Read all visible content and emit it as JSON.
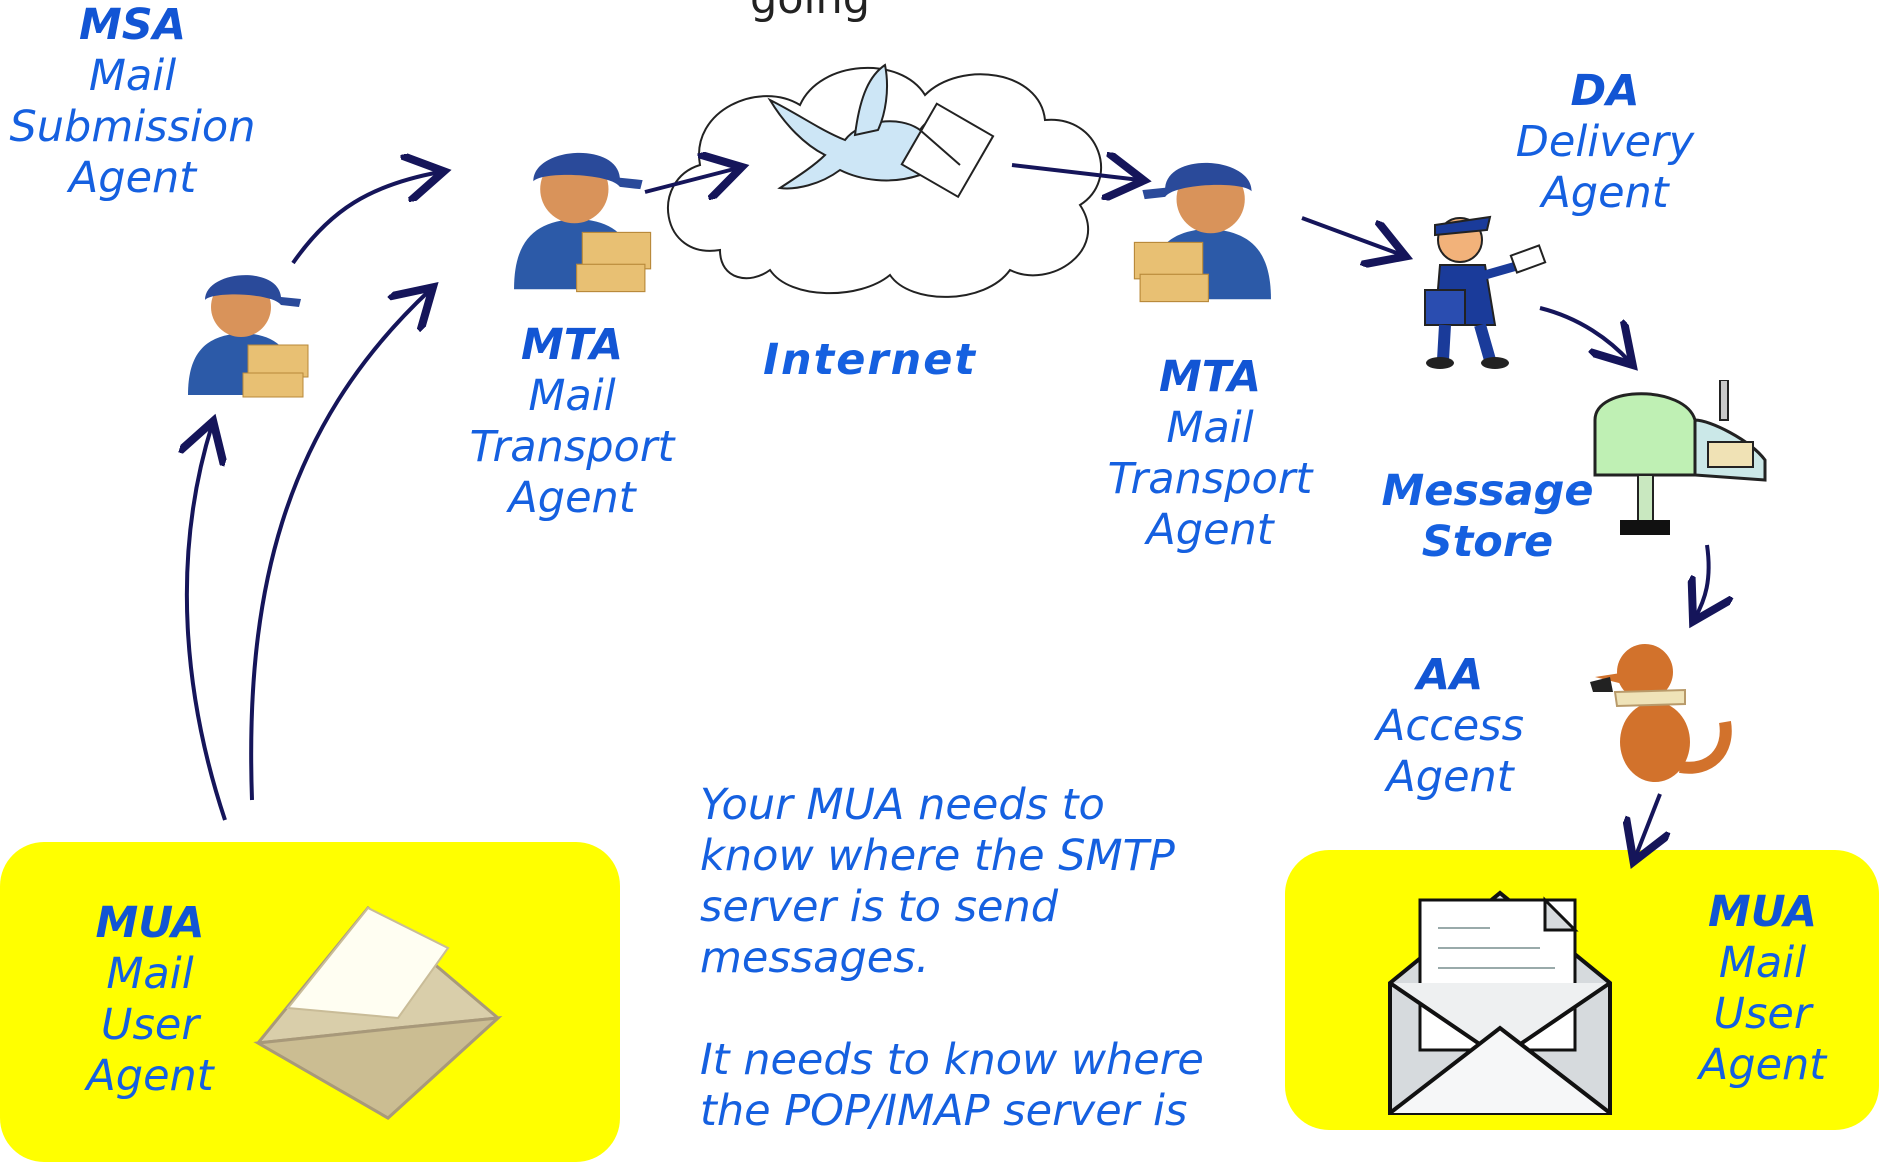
{
  "header_fragment": "going",
  "msa": {
    "abbr": "MSA",
    "lines": [
      "Mail",
      "Submission",
      "Agent"
    ]
  },
  "mta_left": {
    "abbr": "MTA",
    "lines": [
      "Mail",
      "Transport",
      "Agent"
    ]
  },
  "internet": {
    "label": "Internet"
  },
  "mta_right": {
    "abbr": "MTA",
    "lines": [
      "Mail",
      "Transport",
      "Agent"
    ]
  },
  "da": {
    "abbr": "DA",
    "lines": [
      "Delivery",
      "Agent"
    ]
  },
  "message_store": {
    "lines": [
      "Message",
      "Store"
    ]
  },
  "aa": {
    "abbr": "AA",
    "lines": [
      "Access",
      "Agent"
    ]
  },
  "mua_left": {
    "abbr": "MUA",
    "lines": [
      "Mail",
      "User",
      "Agent"
    ]
  },
  "mua_right": {
    "abbr": "MUA",
    "lines": [
      "Mail",
      "User",
      "Agent"
    ]
  },
  "note": {
    "para1": [
      "Your MUA needs to",
      "know where the SMTP",
      "server is to send",
      "messages."
    ],
    "para2": [
      "It needs to know where",
      "the POP/IMAP server is"
    ]
  },
  "colors": {
    "label_blue": "#1560e0",
    "arrow": "#15155a",
    "highlight": "#ffff00"
  },
  "icons": [
    "courier-icon",
    "bird-envelope-icon",
    "cloud-icon",
    "mailman-icon",
    "mailbox-icon",
    "dog-icon",
    "envelope-icon",
    "open-mail-icon"
  ]
}
